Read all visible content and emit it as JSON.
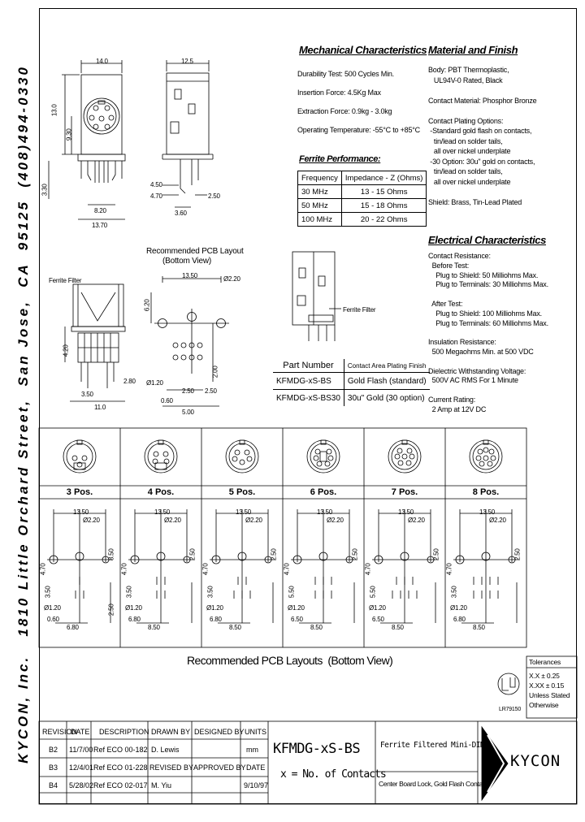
{
  "address": "KYCON, Inc.   1810 Little Orchard Street,  San Jose,  CA  95125  (408)494-0330",
  "mechanical": {
    "title": "Mechanical Characteristics",
    "lines": [
      "Durability Test: 500 Cycles Min.",
      "Insertion Force: 4.5Kg Max",
      "Extraction Force: 0.9kg - 3.0kg",
      "Operating Temperature: -55°C to +85°C"
    ]
  },
  "ferrite": {
    "title": "Ferrite Performance:",
    "headers": [
      "Frequency",
      "Impedance - Z (Ohms)"
    ],
    "rows": [
      [
        "30 MHz",
        "13 - 15 Ohms"
      ],
      [
        "50 MHz",
        "15 - 18 Ohms"
      ],
      [
        "100 MHz",
        "20 - 22 Ohms"
      ]
    ]
  },
  "material": {
    "title": "Material and Finish",
    "lines": [
      "Body: PBT Thermoplastic,",
      "   UL94V-0 Rated, Black",
      "",
      "Contact Material: Phosphor Bronze",
      "",
      "Contact Plating Options:",
      " -Standard gold flash on contacts,",
      "   tin/lead on solder tails,",
      "   all over nickel underplate",
      " -30 Option: 30u\" gold on contacts,",
      "   tin/lead on solder tails,",
      "   all over nickel underplate",
      "",
      "Shield: Brass, Tin-Lead Plated"
    ]
  },
  "electrical": {
    "title": "Electrical Characteristics",
    "lines": [
      "Contact Resistance:",
      "  Before Test:",
      "    Plug to Shield: 50 Milliohms Max.",
      "    Plug to Terminals: 30 Milliohms Max.",
      "",
      "  After Test:",
      "    Plug to Shield: 100 Milliohms Max.",
      "    Plug to Terminals: 60 Milliohms Max.",
      "",
      "Insulation Resistance:",
      "  500 Megaohms Min. at 500 VDC",
      "",
      "Dielectric Withstanding Voltage:",
      "  500V AC RMS For 1 Minute",
      "",
      "Current Rating:",
      "  2 Amp at 12V DC"
    ]
  },
  "partnumber": {
    "headers": [
      "Part Number",
      "Contact Area Plating Finish"
    ],
    "rows": [
      [
        "KFMDG-xS-BS",
        "Gold Flash (standard)"
      ],
      [
        "KFMDG-xS-BS30",
        "30u\" Gold (30 option)"
      ]
    ]
  },
  "pcb_top": {
    "title_line1": "Recommended PCB Layout",
    "title_line2": "(Bottom View)",
    "ferrite_label": "Ferrite Filter"
  },
  "side_view": {
    "ferrite_label": "Ferrite Filter"
  },
  "dims": {
    "front": [
      "14.0",
      "13.0",
      "9.30",
      "3.30",
      "8.20",
      "13.70"
    ],
    "side": [
      "12.5",
      "4.50",
      "4.70",
      "3.60",
      "2.50"
    ],
    "pcb": [
      "13.50",
      "Ø2.20",
      "Ø1.20",
      "6.20",
      "0.60",
      "2.50",
      "5.00",
      "2.50",
      "2.00"
    ],
    "left": [
      "4.20",
      "3.50",
      "11.0",
      "2.80"
    ]
  },
  "positions": [
    {
      "label": "3 Pos.",
      "dims": [
        "13.50",
        "Ø2.20",
        "4.70",
        "3.50",
        "Ø1.20",
        "0.60",
        "6.80",
        "8.50",
        "2.50"
      ]
    },
    {
      "label": "4 Pos.",
      "dims": [
        "13.50",
        "Ø2.20",
        "4.70",
        "3.50",
        "Ø1.20",
        "6.80",
        "8.50",
        "2.50"
      ]
    },
    {
      "label": "5 Pos.",
      "dims": [
        "13.50",
        "Ø2.20",
        "4.70",
        "3.50",
        "Ø1.20",
        "6.80",
        "8.50",
        "2.50"
      ]
    },
    {
      "label": "6 Pos.",
      "dims": [
        "13.50",
        "Ø2.20",
        "4.70",
        "5.50",
        "Ø1.20",
        "6.50",
        "8.50",
        "2.50"
      ]
    },
    {
      "label": "7 Pos.",
      "dims": [
        "13.50",
        "Ø2.20",
        "4.70",
        "5.50",
        "Ø1.20",
        "6.50",
        "8.50",
        "2.50"
      ]
    },
    {
      "label": "8 Pos.",
      "dims": [
        "13.50",
        "Ø2.20",
        "4.70",
        "3.50",
        "Ø1.20",
        "6.80",
        "8.50",
        "2.50"
      ]
    }
  ],
  "layouts_title": "Recommended PCB Layouts  (Bottom View)",
  "tolerances": {
    "title": "Tolerances",
    "lines": [
      "X.X ± 0.25",
      "X.XX ± 0.15",
      "Unless Stated",
      "Otherwise"
    ],
    "ul_mark": "LR79150"
  },
  "titleblock": {
    "headers": [
      "REVISION",
      "DATE",
      "DESCRIPTION",
      "DRAWN BY",
      "DESIGNED BY",
      "UNITS"
    ],
    "rows": [
      [
        "B2",
        "11/7/00",
        "Ref ECO 00-182",
        "D. Lewis",
        "",
        "mm"
      ],
      [
        "B3",
        "12/4/01",
        "Ref ECO 01-228",
        "REVISED BY",
        "APPROVED BY",
        "DATE"
      ],
      [
        "B4",
        "5/28/02",
        "Ref ECO 02-017",
        "M. Yiu",
        "",
        "9/10/97"
      ]
    ],
    "part": "KFMDG-xS-BS",
    "x_desc": "x = No. of Contacts",
    "desc1": "Ferrite Filtered Mini-DIN",
    "desc2": "Center Board Lock, Gold Flash Contacts",
    "logo": "KYCON"
  }
}
